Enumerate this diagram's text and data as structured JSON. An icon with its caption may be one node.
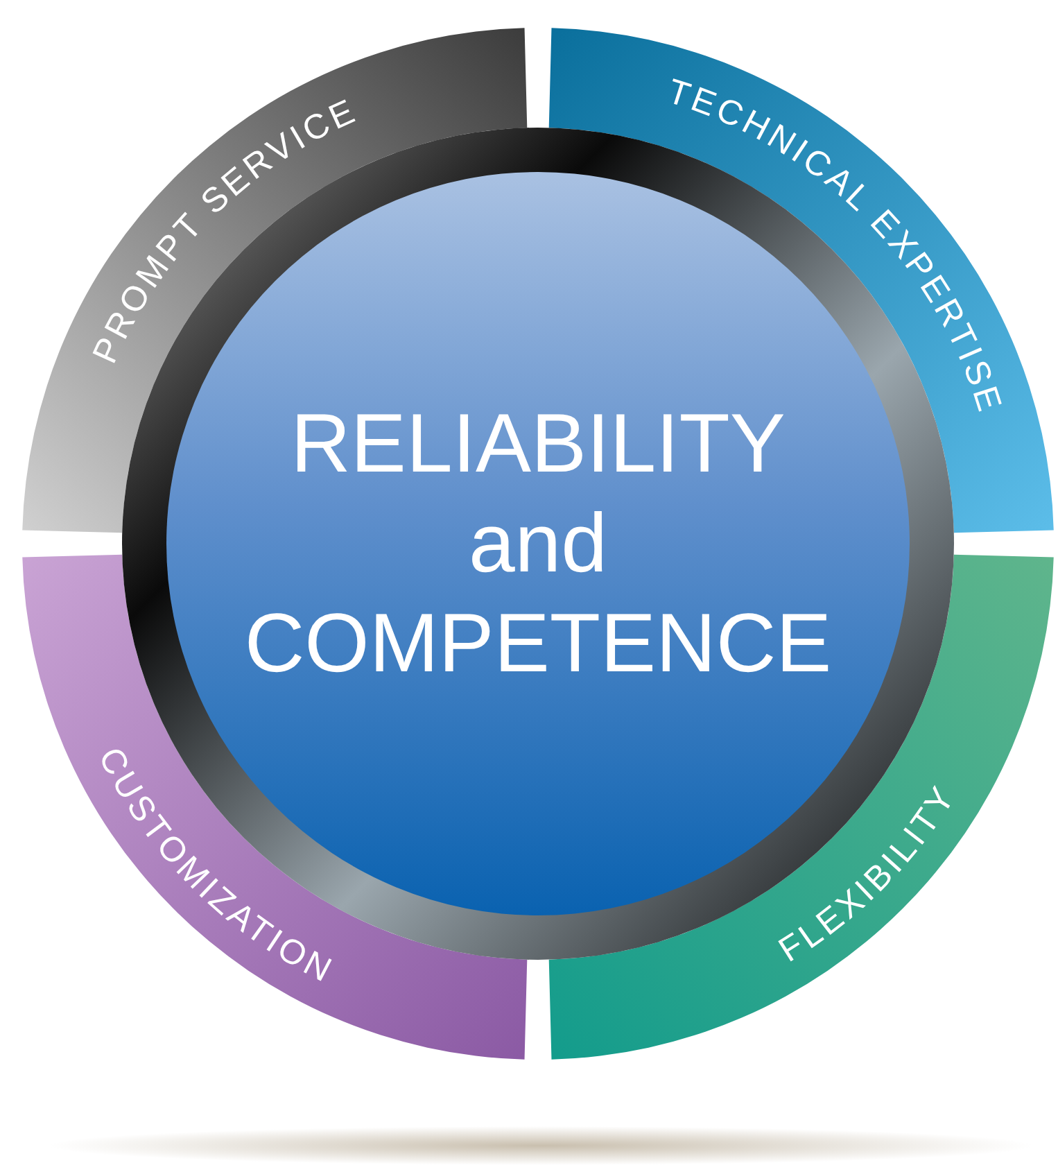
{
  "diagram": {
    "nodes": [
      {
        "text": [
          "PROMPT SERVICE"
        ]
      },
      {
        "text": [
          "TECHNICAL EXPERTISE"
        ]
      },
      {
        "text": [
          "RELIABILITY and COMPETENCE"
        ]
      },
      {
        "text": [
          "CUSTOMIZATION"
        ]
      },
      {
        "text": [
          "FLEXIBILITY"
        ]
      }
    ]
  }
}
